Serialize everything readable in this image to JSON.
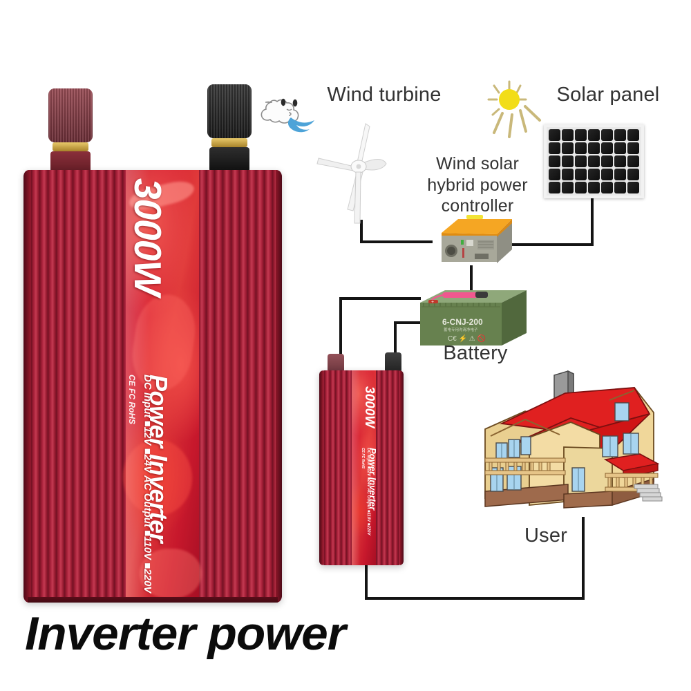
{
  "page": {
    "title": "Inverter power",
    "background": "#ffffff",
    "accent_red": "#c7182c",
    "text_color": "#333333"
  },
  "product": {
    "large_inverter": {
      "power_rating": "3000W",
      "brand_line": "Power Inverter",
      "spec_line": "DC Input ■12V ■24V  AC Output ■110V ■220V",
      "certifications": "CE FC RoHS",
      "terminals": [
        {
          "name": "positive-terminal",
          "color": "#8a2f3a",
          "polarity": "+"
        },
        {
          "name": "negative-terminal",
          "color": "#1c1c1c",
          "polarity": "-"
        }
      ]
    },
    "small_inverter": {
      "power_rating": "3000W",
      "brand_line": "Power Inverter",
      "spec_line": "DC Input ■12V ■24V  AC Output ■110V ■220V",
      "certifications": "CE FC RoHS"
    }
  },
  "diagram": {
    "nodes": [
      {
        "id": "wind-turbine",
        "label": "Wind turbine"
      },
      {
        "id": "solar-panel",
        "label": "Solar panel"
      },
      {
        "id": "controller",
        "label": "Wind solar\nhybrid power\ncontroller"
      },
      {
        "id": "battery",
        "label": "Battery"
      },
      {
        "id": "user",
        "label": "User"
      }
    ],
    "battery_model": "6-CNJ-200",
    "battery_sub": "蓄电专用沟清淨电子",
    "battery_marks": "CE",
    "wire_color": "#141414"
  },
  "icons": {
    "cloud": "cloud-face-icon",
    "wind_gust": "wind-gust-icon",
    "sun": "sun-icon",
    "wind_color": "#4da3d8",
    "sun_color": "#f2dd18",
    "ray_color": "#c9b87a"
  }
}
